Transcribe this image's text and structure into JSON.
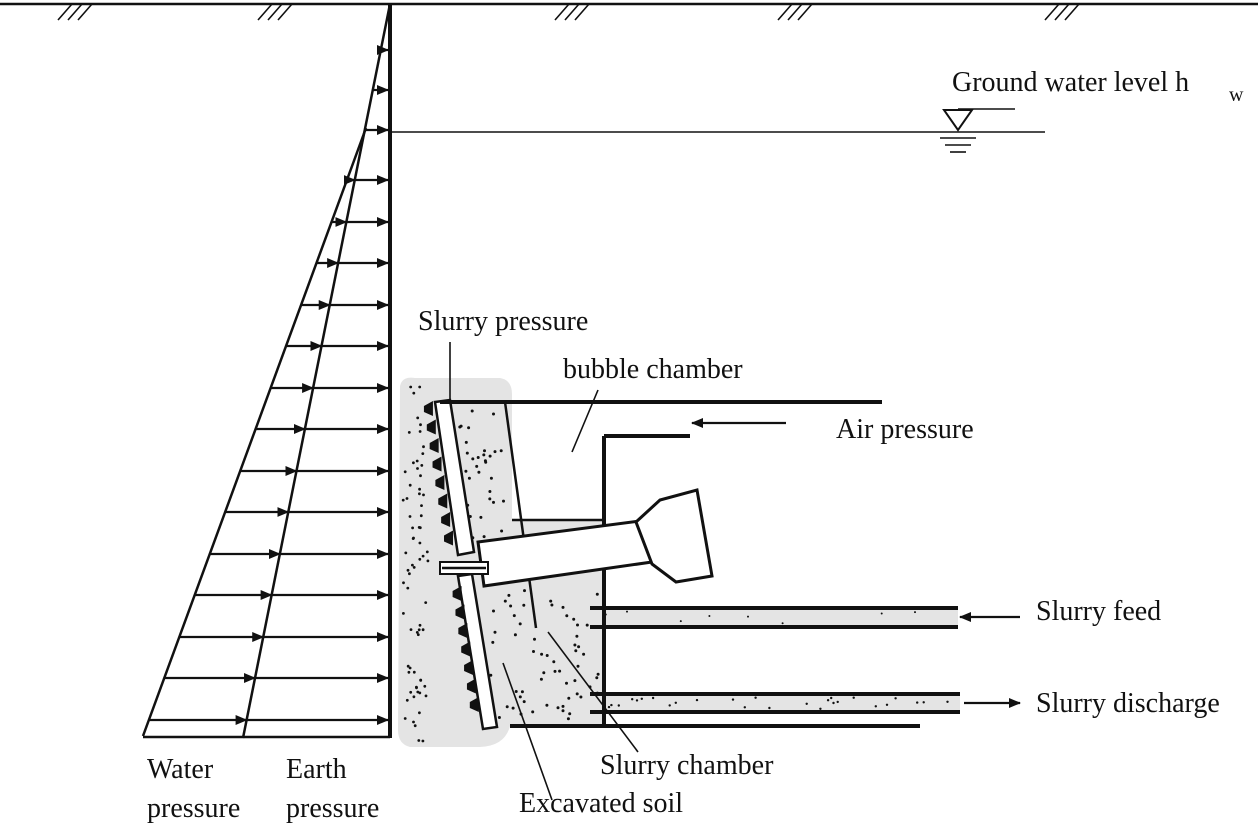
{
  "labels": {
    "ground_water_level": "Ground water level h",
    "ground_water_sub": "w",
    "slurry_pressure": "Slurry pressure",
    "bubble_chamber": "bubble chamber",
    "air_pressure": "Air pressure",
    "slurry_feed": "Slurry feed",
    "slurry_discharge": "Slurry discharge",
    "slurry_chamber": "Slurry chamber",
    "excavated_soil": "Excavated soil",
    "water_pressure_1": "Water",
    "water_pressure_2": "pressure",
    "earth_pressure_1": "Earth",
    "earth_pressure_2": "pressure"
  },
  "colors": {
    "line": "#111111",
    "slurry_fill": "#e4e4e4"
  }
}
